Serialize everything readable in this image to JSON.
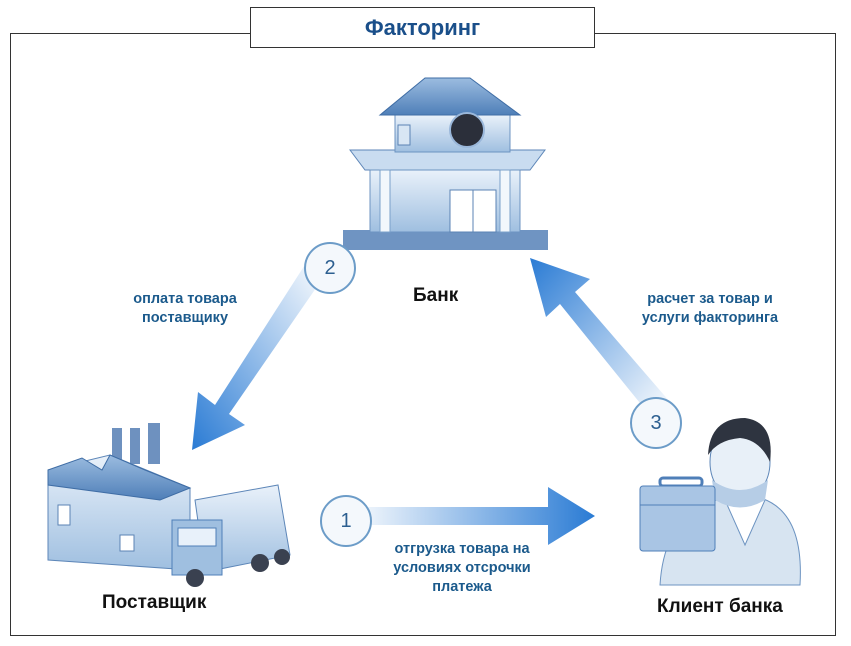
{
  "title": "Факторинг",
  "nodes": {
    "bank": "Банк",
    "supplier": "Поставщик",
    "client": "Клиент банка"
  },
  "steps": [
    {
      "number": "1",
      "caption_lines": [
        "отгрузка товара на",
        "условиях отсрочки",
        "платежа"
      ]
    },
    {
      "number": "2",
      "caption_lines": [
        "оплата товара",
        "поставщику"
      ]
    },
    {
      "number": "3",
      "caption_lines": [
        "расчет за товар и",
        "услуги факторинга"
      ]
    }
  ],
  "colors": {
    "accent": "#1a4f8a",
    "arrow": "#3c88d8",
    "caption": "#1b5a8c"
  },
  "icons": [
    "bank-icon",
    "factory-icon",
    "truck-icon",
    "client-icon",
    "briefcase-icon"
  ]
}
